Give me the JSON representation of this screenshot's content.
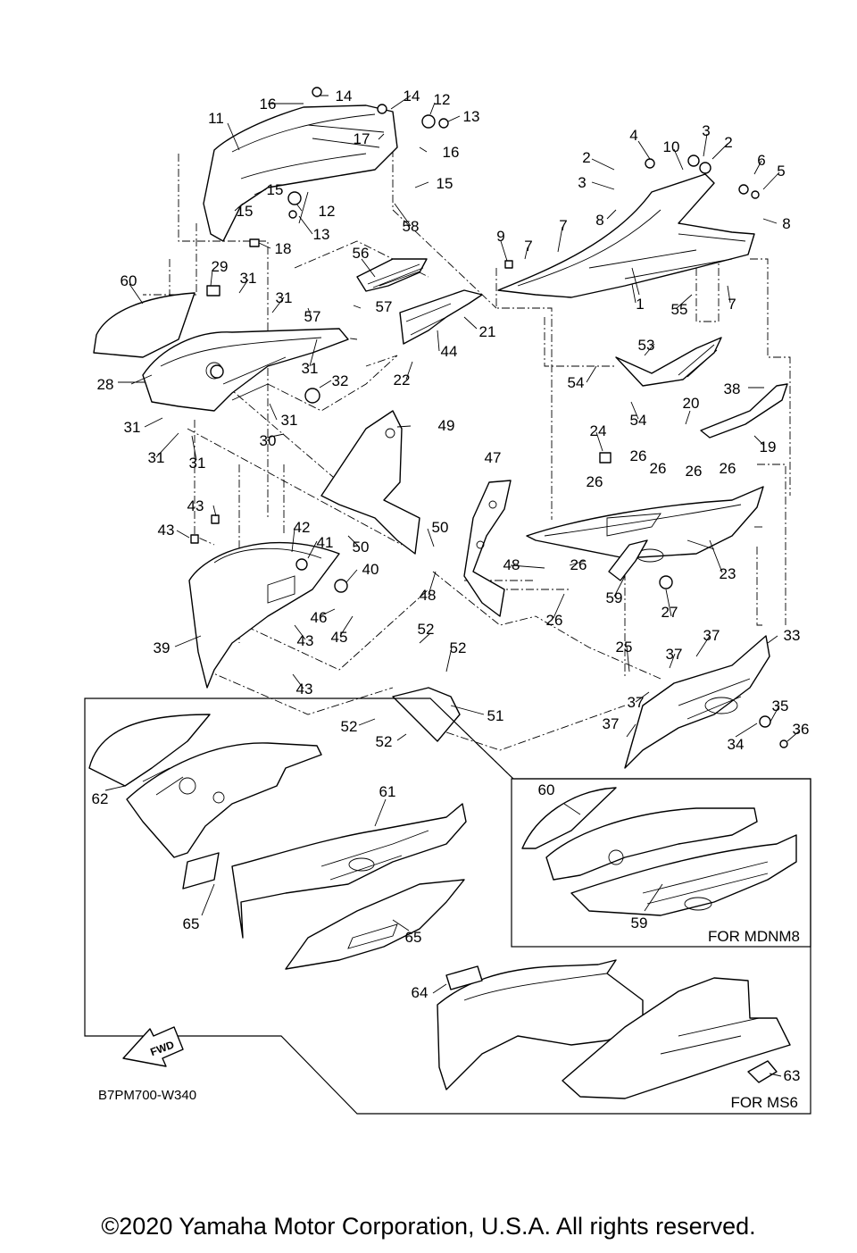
{
  "diagram": {
    "callouts": [
      "1",
      "2",
      "3",
      "4",
      "5",
      "6",
      "7",
      "8",
      "9",
      "10",
      "11",
      "12",
      "13",
      "14",
      "15",
      "16",
      "17",
      "18",
      "19",
      "20",
      "21",
      "22",
      "23",
      "24",
      "25",
      "26",
      "27",
      "28",
      "29",
      "30",
      "31",
      "32",
      "33",
      "34",
      "35",
      "36",
      "37",
      "38",
      "39",
      "40",
      "41",
      "42",
      "43",
      "44",
      "45",
      "46",
      "47",
      "48",
      "49",
      "50",
      "51",
      "52",
      "53",
      "54",
      "55",
      "56",
      "57",
      "58",
      "59",
      "60",
      "61",
      "62",
      "63",
      "64",
      "65"
    ],
    "variant_mdnm8": "FOR MDNM8",
    "variant_ms6": "FOR MS6",
    "fwd_label": "FWD",
    "diagram_code": "B7PM700-W340"
  },
  "footer": {
    "copyright": "©2020 Yamaha Motor Corporation, U.S.A. All rights reserved."
  }
}
